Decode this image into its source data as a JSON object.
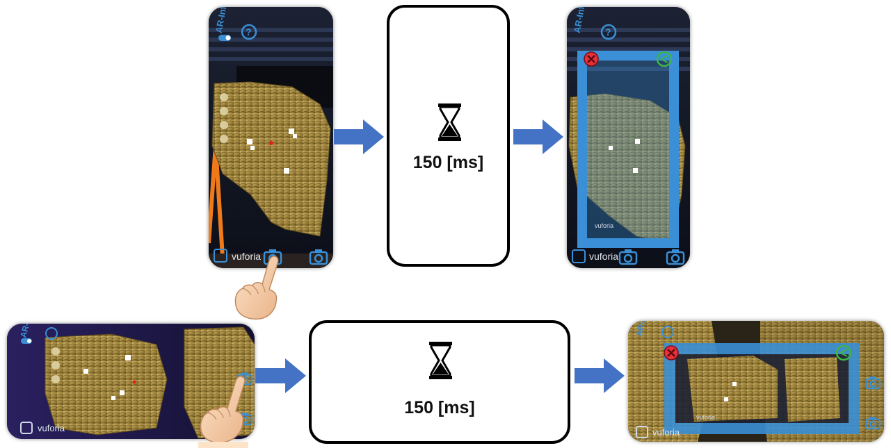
{
  "app": {
    "logo_text": "AR-Info",
    "watermark": "vuforia",
    "help_symbol": "?"
  },
  "timers": [
    {
      "label": "150 [ms]"
    },
    {
      "label": "150 [ms]"
    }
  ],
  "colors": {
    "arrow": "#4472C4",
    "ui_accent": "#3a8fd6",
    "close_button": "#e8303a",
    "share_button": "#3cb54a",
    "artifact": "#b09348",
    "highlight_orange": "#f07a1a"
  },
  "icons": [
    "hourglass-icon",
    "camera-icon",
    "flip-camera-icon",
    "share-icon",
    "close-icon",
    "help-icon",
    "toggle-icon",
    "pointing-hand-icon",
    "arrow-right-icon"
  ]
}
